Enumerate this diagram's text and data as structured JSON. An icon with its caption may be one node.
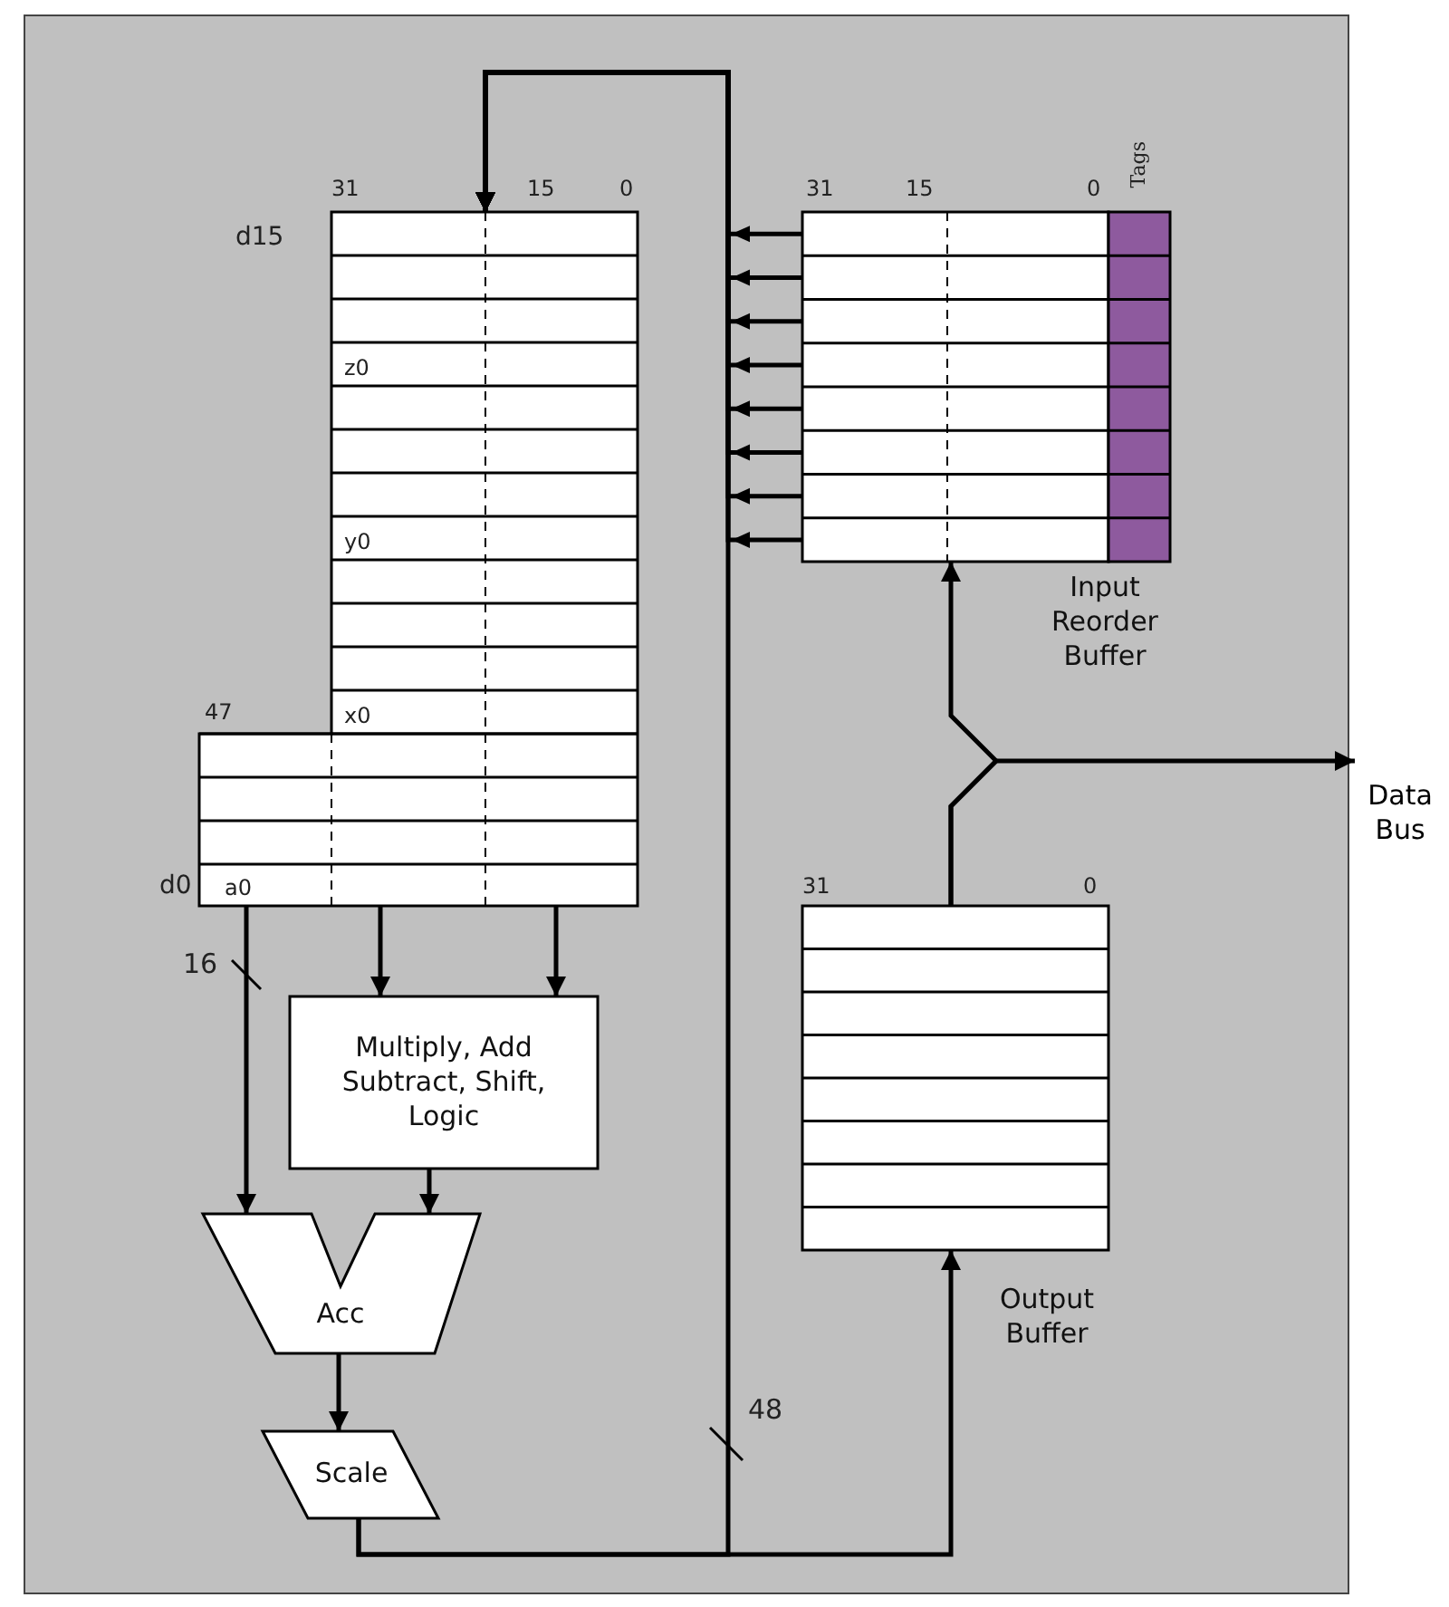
{
  "diagram": {
    "nodes": [
      {
        "text": [
          "z0",
          "y0",
          "x0",
          "a0"
        ],
        "beside": [
          "31",
          "15",
          "0",
          "d15",
          "47",
          "d0"
        ]
      },
      {
        "text": [
          "Input Reorder Buffer"
        ],
        "beside": [
          "Tags",
          "31",
          "15",
          "0"
        ]
      },
      {
        "text": [
          "Multiply, Add Subtract, Shift, Logic"
        ]
      },
      {
        "text": [
          "Acc"
        ]
      },
      {
        "text": [
          "Scale"
        ]
      },
      {
        "text": [
          "Output Buffer"
        ],
        "beside": [
          "31",
          "0"
        ]
      },
      {
        "text": [
          "Data Bus"
        ]
      }
    ],
    "edges": [
      {
        "from": 0,
        "to": 2,
        "arrow": "to"
      },
      {
        "from": 0,
        "to": 2,
        "arrow": "to"
      },
      {
        "from": 0,
        "to": 3,
        "arrow": "to",
        "label": "16"
      },
      {
        "from": 2,
        "to": 3,
        "arrow": "to"
      },
      {
        "from": 3,
        "to": 4,
        "arrow": "to"
      },
      {
        "from": 4,
        "to": 5,
        "arrow": "to"
      },
      {
        "from": 4,
        "to": 0,
        "arrow": "to",
        "label": "48"
      },
      {
        "from": 1,
        "to": 0,
        "arrow": "to"
      },
      {
        "from": 1,
        "to": 0,
        "arrow": "to"
      },
      {
        "from": 1,
        "to": 0,
        "arrow": "to"
      },
      {
        "from": 1,
        "to": 0,
        "arrow": "to"
      },
      {
        "from": 1,
        "to": 0,
        "arrow": "to"
      },
      {
        "from": 1,
        "to": 0,
        "arrow": "to"
      },
      {
        "from": 1,
        "to": 0,
        "arrow": "to"
      },
      {
        "from": 1,
        "to": 0,
        "arrow": "to"
      },
      {
        "from": 5,
        "to": 1,
        "arrow": "to"
      },
      {
        "from": 5,
        "to": 6,
        "arrow": "to"
      }
    ]
  }
}
